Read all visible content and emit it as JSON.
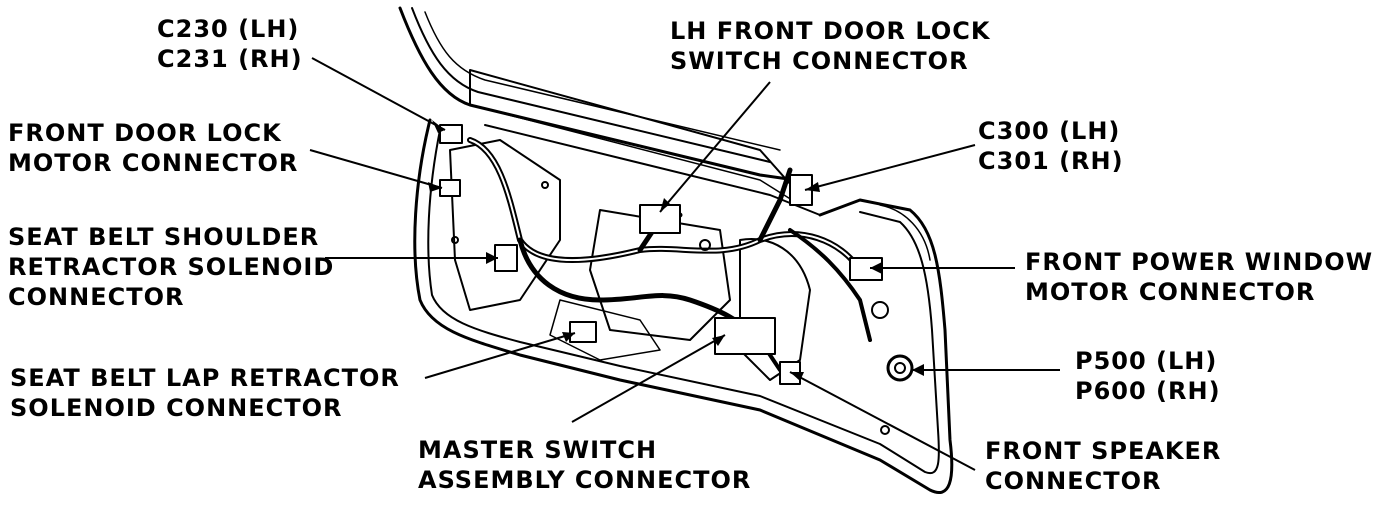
{
  "callouts": {
    "c230": {
      "line1": "C230 (LH)",
      "line2": "C231 (RH)"
    },
    "lh_lock_switch": {
      "line1": "LH FRONT DOOR LOCK",
      "line2": "SWITCH CONNECTOR"
    },
    "lock_motor": {
      "line1": "FRONT DOOR LOCK",
      "line2": "MOTOR CONNECTOR"
    },
    "c300": {
      "line1": "C300 (LH)",
      "line2": "C301 (RH)"
    },
    "shoulder_solenoid": {
      "line1": "SEAT BELT SHOULDER",
      "line2": "RETRACTOR SOLENOID",
      "line3": "CONNECTOR"
    },
    "window_motor": {
      "line1": "FRONT POWER WINDOW",
      "line2": "MOTOR CONNECTOR"
    },
    "p500": {
      "line1": "P500 (LH)",
      "line2": "P600 (RH)"
    },
    "lap_solenoid": {
      "line1": "SEAT BELT LAP RETRACTOR",
      "line2": "SOLENOID CONNECTOR"
    },
    "master_switch": {
      "line1": "MASTER SWITCH",
      "line2": "ASSEMBLY CONNECTOR"
    },
    "speaker": {
      "line1": "FRONT SPEAKER",
      "line2": "CONNECTOR"
    }
  }
}
